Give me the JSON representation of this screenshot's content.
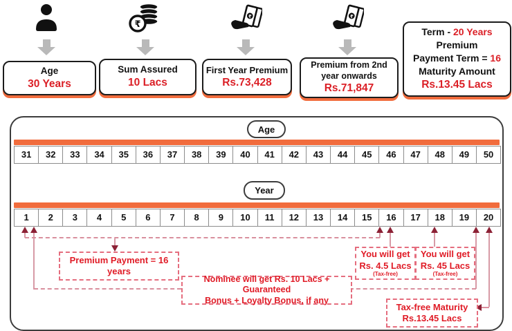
{
  "summary_cards": [
    {
      "icon": "person-icon",
      "label": "Age",
      "value": "30 Years"
    },
    {
      "icon": "rupee-coins-icon",
      "label": "Sum Assured",
      "value": "10 Lacs"
    },
    {
      "icon": "hand-money-icon",
      "label": "First Year Premium",
      "value": "Rs.73,428"
    },
    {
      "icon": "hand-money-icon",
      "label": "Premium from 2nd year onwards",
      "value": "Rs.71,847"
    }
  ],
  "term_card": {
    "l1a": "Term  -",
    "l1b": "20 Years",
    "l2": "Premium",
    "l3a": "Payment Term = ",
    "l3b": "16",
    "l4": "Maturity Amount",
    "l5": "Rs.13.45 Lacs"
  },
  "timeline": {
    "age_label": "Age",
    "year_label": "Year",
    "ages": [
      "31",
      "32",
      "33",
      "34",
      "35",
      "36",
      "37",
      "38",
      "39",
      "40",
      "41",
      "42",
      "43",
      "44",
      "45",
      "46",
      "47",
      "48",
      "49",
      "50"
    ],
    "years": [
      "1",
      "2",
      "3",
      "4",
      "5",
      "6",
      "7",
      "8",
      "9",
      "10",
      "11",
      "12",
      "13",
      "14",
      "15",
      "16",
      "17",
      "18",
      "19",
      "20"
    ]
  },
  "annotations": {
    "premium_payment": "Premium Payment = 16 years",
    "nominee_line1": "Nominee will get Rs. 10 Lacs + Guaranteed",
    "nominee_line2": "Bonus + Loyalty Bonus, if any",
    "get1_line1": "You will get",
    "get1_line2": "Rs. 4.5 Lacs",
    "get1_line3": "(Tax-free)",
    "get2_line1": "You will get",
    "get2_line2": "Rs. 45 Lacs",
    "get2_line3": "(Tax-free)",
    "maturity_line1": "Tax-free Maturity",
    "maturity_line2": "Rs.13.45 Lacs"
  },
  "colors": {
    "orange": "#F16C3D",
    "red": "#DB1F26",
    "maroon": "#8C2135",
    "pink_line": "#D79AA6",
    "dashed_border": "#E56D7E",
    "icon_black": "#111111",
    "gray_arrow": "#B9B9B9"
  }
}
